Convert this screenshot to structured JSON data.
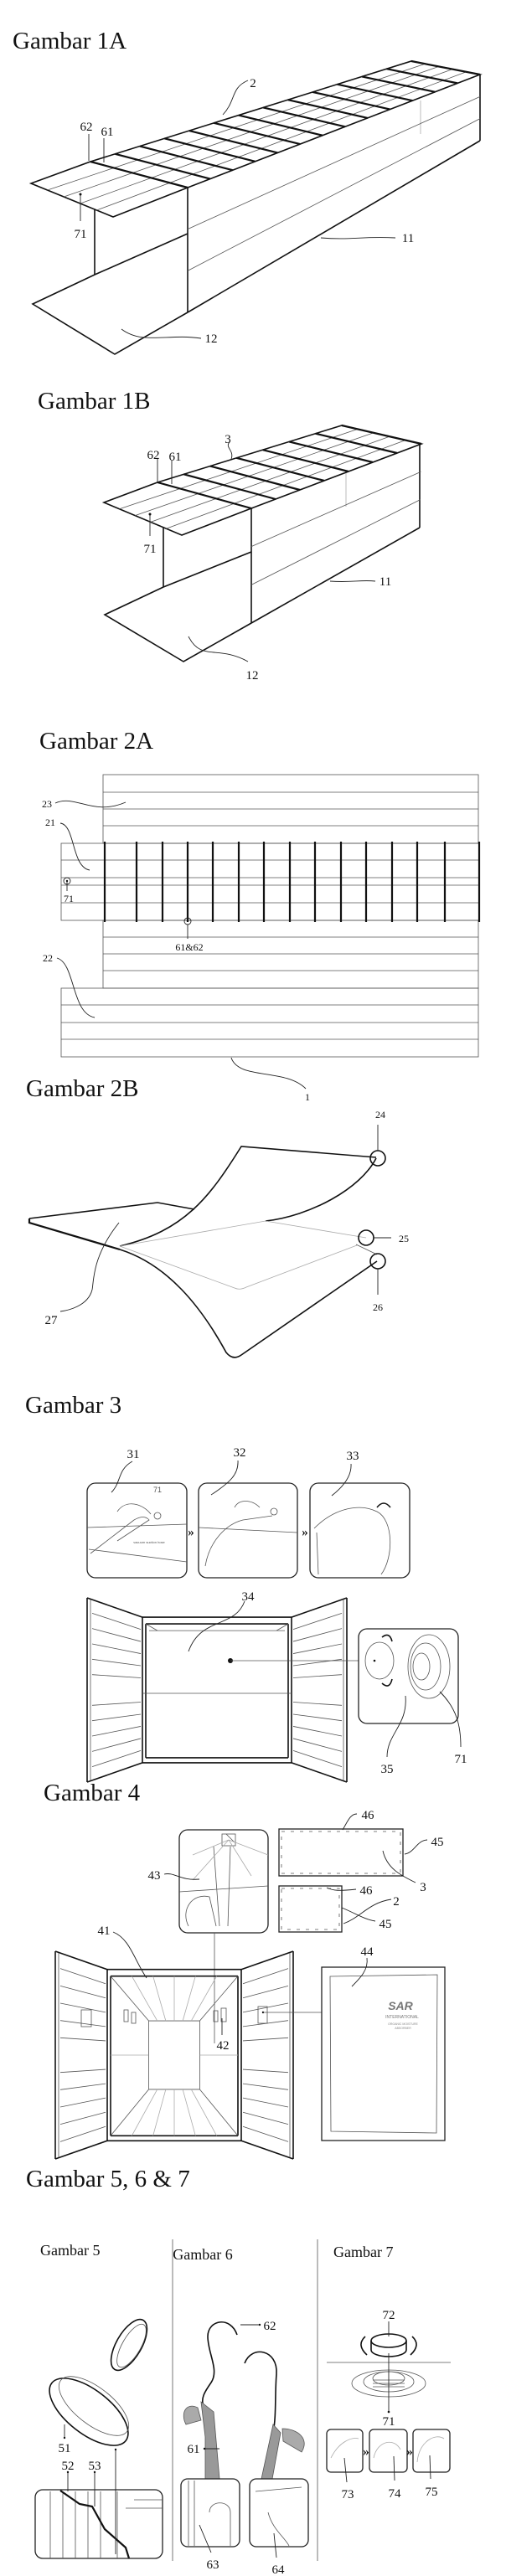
{
  "fig1a": {
    "title": "Gambar 1A",
    "labels": {
      "mesh": "2",
      "hook": "62",
      "strap": "61",
      "port": "71",
      "wall": "11",
      "floor": "12"
    }
  },
  "fig1b": {
    "title": "Gambar 1B",
    "labels": {
      "mesh": "3",
      "hook": "62",
      "strap": "61",
      "port": "71",
      "wall": "11",
      "floor": "12"
    }
  },
  "fig2a": {
    "title": "Gambar 2A",
    "labels": {
      "top": "23",
      "mid": "21",
      "port": "71",
      "hook": "61&62",
      "bottom": "22",
      "liner": "1"
    }
  },
  "fig2b": {
    "title": "Gambar 2B",
    "labels": {
      "l24": "24",
      "l25": "25",
      "l26": "26",
      "l27": "27"
    }
  },
  "fig3": {
    "title": "Gambar 3",
    "labels": {
      "s31": "31",
      "s32": "32",
      "s33": "33",
      "port": "71",
      "container": "34",
      "detail": "35",
      "port2": "71"
    },
    "hose_note": "vacuum suction hose",
    "arrow": "»"
  },
  "fig4": {
    "title": "Gambar 4",
    "labels": {
      "l46a": "46",
      "l45a": "45",
      "l3": "3",
      "l46b": "46",
      "l2": "2",
      "l45b": "45",
      "l43": "43",
      "l41": "41",
      "l42": "42",
      "l44": "44"
    },
    "logo": {
      "brand": "SAR",
      "line1": "INTERNATIONAL",
      "line2": "ORGANIC MOISTURE",
      "line3": "ABSORBER"
    }
  },
  "fig567": {
    "title": "Gambar 5, 6 & 7",
    "fig5": {
      "title": "Gambar 5",
      "labels": {
        "l51": "51",
        "l52": "52",
        "l53": "53"
      }
    },
    "fig6": {
      "title": "Gambar 6",
      "labels": {
        "l62": "62",
        "l61": "61",
        "l63": "63",
        "l64": "64"
      }
    },
    "fig7": {
      "title": "Gambar 7",
      "labels": {
        "l72": "72",
        "l71": "71",
        "l73": "73",
        "l74": "74",
        "l75": "75"
      },
      "arrow": "»"
    }
  }
}
